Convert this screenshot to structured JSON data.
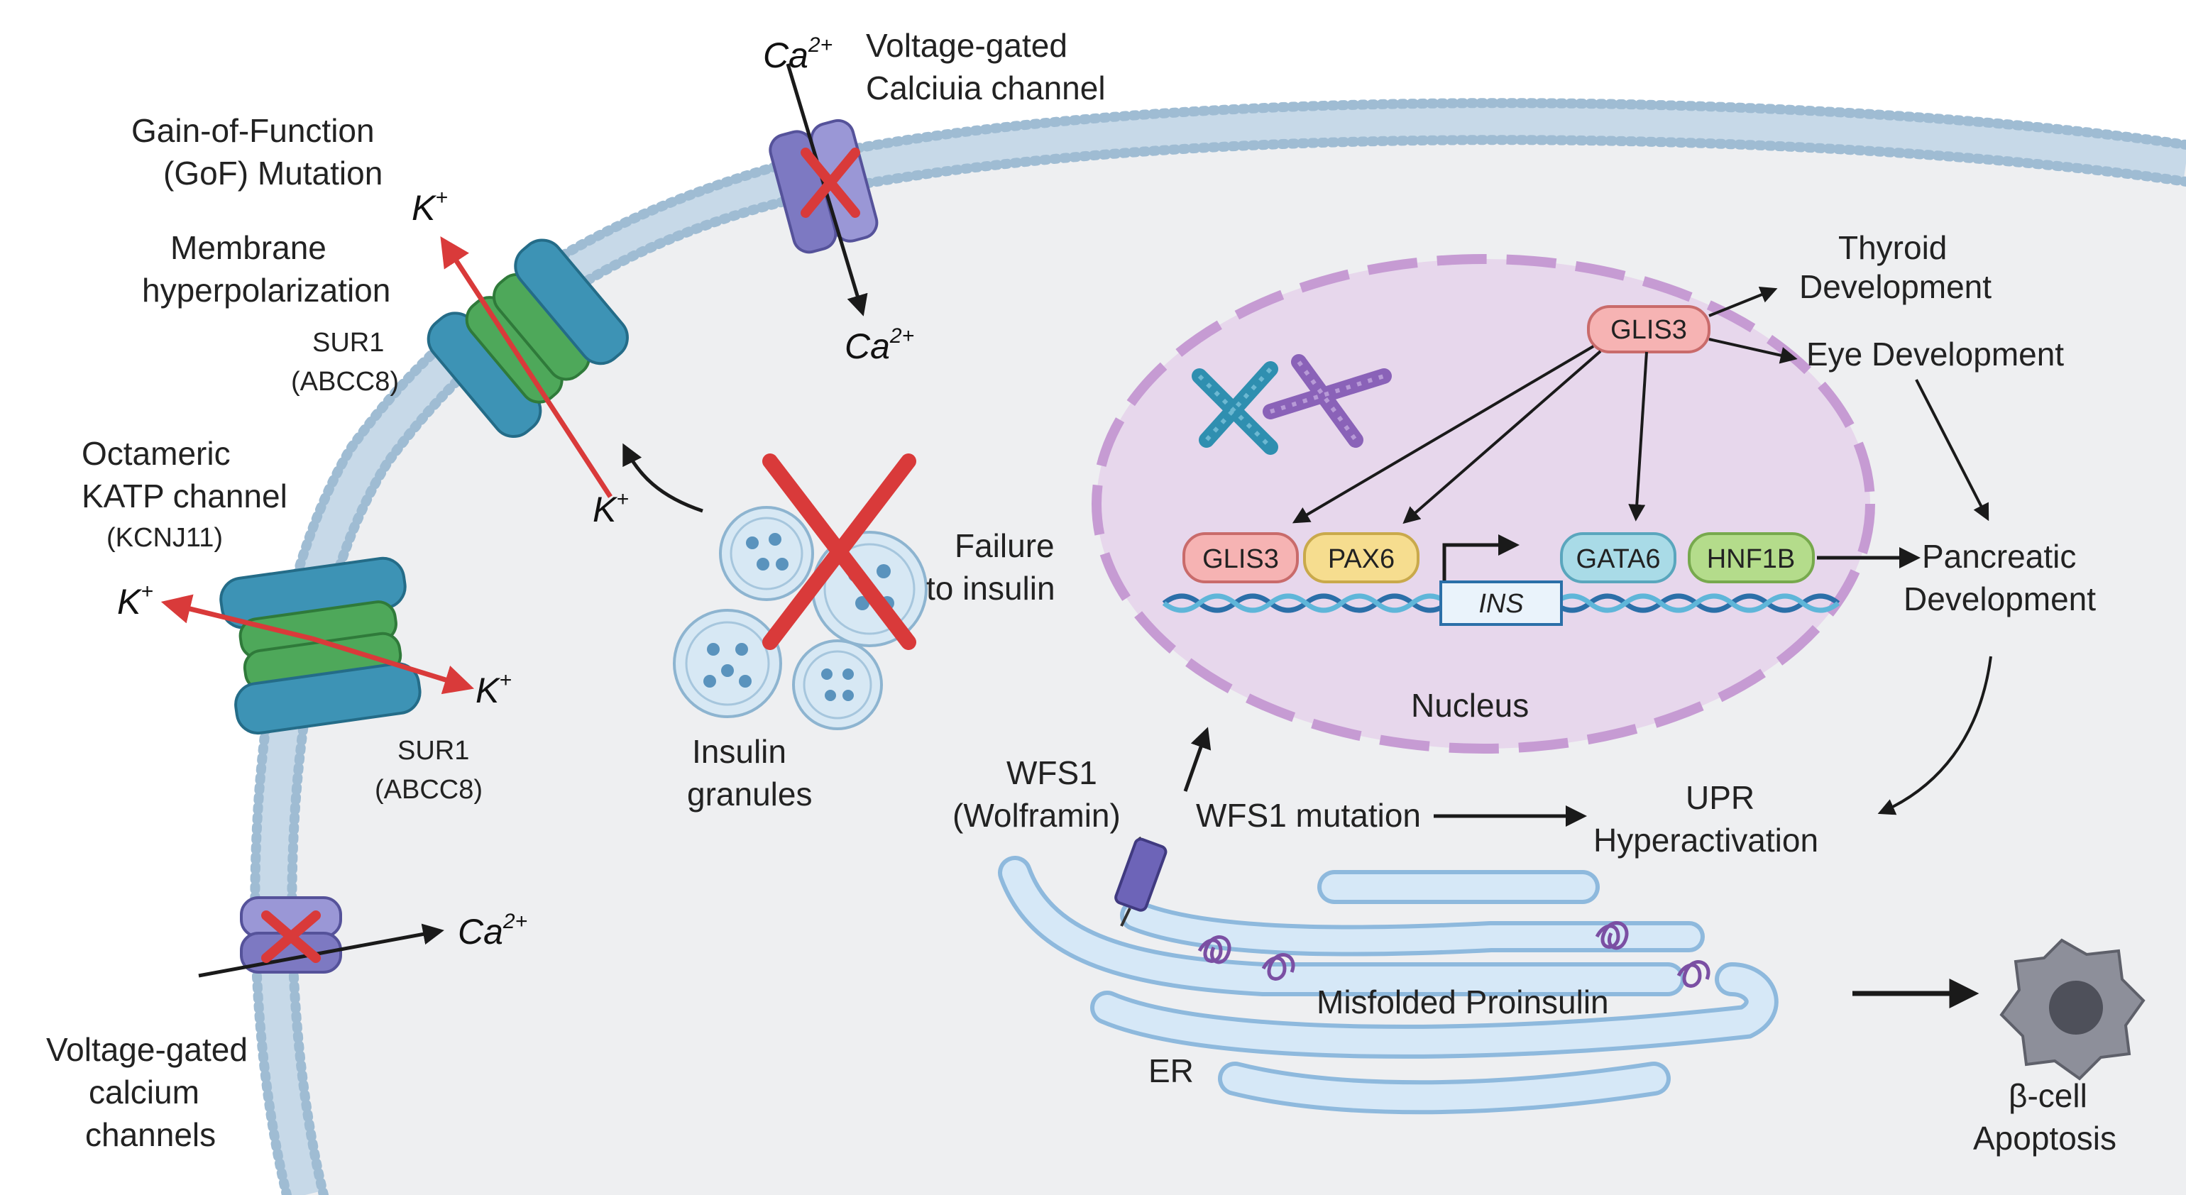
{
  "labels": {
    "ca_top": "Ca",
    "ca_top_sup": "2+",
    "ca_top_out": "Ca",
    "ca_top_out_sup": "2+",
    "vg_calc_top_1": "Voltage-gated",
    "vg_calc_top_2": "Calciuia channel",
    "gof_1": "Gain-of-Function",
    "gof_2": "(GoF) Mutation",
    "k_top": "K",
    "k_top_sup": "+",
    "hyper_1": "Membrane",
    "hyper_2": "hyperpolarization",
    "sur1_top_1": "SUR1",
    "sur1_top_2": "(ABCC8)",
    "k_in": "K",
    "k_in_sup": "+",
    "oct_1": "Octameric",
    "oct_2": "KATP channel",
    "oct_3": "(KCNJ11)",
    "k_left": "K",
    "k_left_sup": "+",
    "k_right": "K",
    "k_right_sup": "+",
    "sur1_bot_1": "SUR1",
    "sur1_bot_2": "(ABCC8)",
    "ca_bot": "Ca",
    "ca_bot_sup": "2+",
    "vg_calc_bot_1": "Voltage-gated",
    "vg_calc_bot_2": "calcium",
    "vg_calc_bot_3": "channels",
    "insulin_1": "Insulin",
    "insulin_2": "granules",
    "failure_1": "Failure",
    "failure_2": "to insulin",
    "glis3_top": "GLIS3",
    "thyroid_1": "Thyroid",
    "thyroid_2": "Development",
    "eye": "Eye Development",
    "glis3_dna": "GLIS3",
    "pax6": "PAX6",
    "ins": "INS",
    "gata6": "GATA6",
    "hnf1b": "HNF1B",
    "pancreatic_1": "Pancreatic",
    "pancreatic_2": "Development",
    "nucleus": "Nucleus",
    "wfs1_1": "WFS1",
    "wfs1_2": "(Wolframin)",
    "wfs1_mut": "WFS1 mutation",
    "upr_1": "UPR",
    "upr_2": "Hyperactivation",
    "misfolded": "Misfolded Proinsulin",
    "er": "ER",
    "apop_1": "β-cell",
    "apop_2": "Apoptosis"
  },
  "colors": {
    "cytoplasm": "#eeeff1",
    "membrane": "#b5cde0",
    "nucleus_fill": "#e7d7ec",
    "nucleus_border": "#c69bd3",
    "sur1": "#3d93b5",
    "kir": "#4ea85a",
    "ca_channel": "#7d79c2",
    "red": "#d93a3a",
    "glis3": "#f6b3b3",
    "pax6": "#f6dd8f",
    "gata6": "#a9dbe7",
    "hnf1b": "#b4dc8b",
    "er": "#c8dff2",
    "apoptosis": "#7f7f8a"
  }
}
